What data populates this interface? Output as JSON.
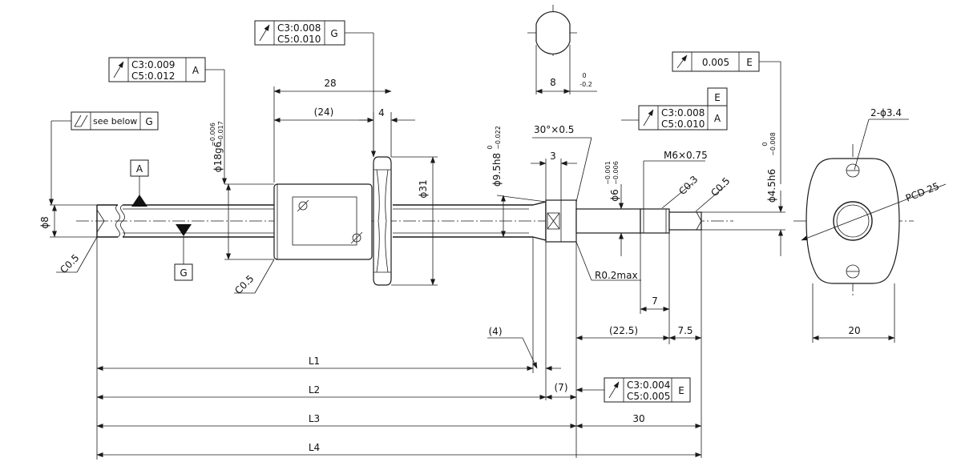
{
  "fcf": {
    "g_top": {
      "line1": "C3:0.008",
      "line2": "C5:0.010",
      "datum": "G"
    },
    "a_left": {
      "line1": "C3:0.009",
      "line2": "C5:0.012",
      "datum": "A"
    },
    "see_below": {
      "text": "see below",
      "datum": "G"
    },
    "shaft_mid": {
      "datum_top": "E",
      "line1": "C3:0.008",
      "line2": "C5:0.010",
      "datum": "A"
    },
    "e_right": {
      "value": "0.005",
      "datum": "E"
    },
    "bottom": {
      "line1": "C3:0.004",
      "line2": "C5:0.005",
      "datum": "E"
    }
  },
  "datums": {
    "a": "A",
    "g": "G"
  },
  "dims": {
    "d28": "28",
    "d24": "(24)",
    "d4": "4",
    "phi18": "ϕ18g6",
    "phi18_up": "−0.006",
    "phi18_lo": "−0.017",
    "phi31": "ϕ31",
    "phi8": "ϕ8",
    "c05_left": "C0.5",
    "c05_nut": "C0.5",
    "phi95": "ϕ9.5h8",
    "phi95_up": "0",
    "phi95_lo": "−0.022",
    "chamfer30": "30°×0.5",
    "d3": "3",
    "phi6": "ϕ6",
    "phi6_up": "−0.001",
    "phi6_lo": "−0.006",
    "m6": "M6×0.75",
    "c03": "C0.3",
    "c05_end": "C0.5",
    "phi45": "ϕ4.5h6",
    "phi45_up": "0",
    "phi45_lo": "−0.008",
    "r02": "R0.2max",
    "d7a": "7",
    "d4p": "(4)",
    "d225": "(22.5)",
    "d75": "7.5",
    "l1": "L1",
    "l2": "L2",
    "l3": "L3",
    "l4": "L4",
    "d7p": "(7)",
    "d30": "30",
    "d8": "8",
    "d8_up": "0",
    "d8_lo": "-0.2",
    "holes": "2-ϕ3.4",
    "pcd": "PCD 25",
    "d20": "20"
  }
}
